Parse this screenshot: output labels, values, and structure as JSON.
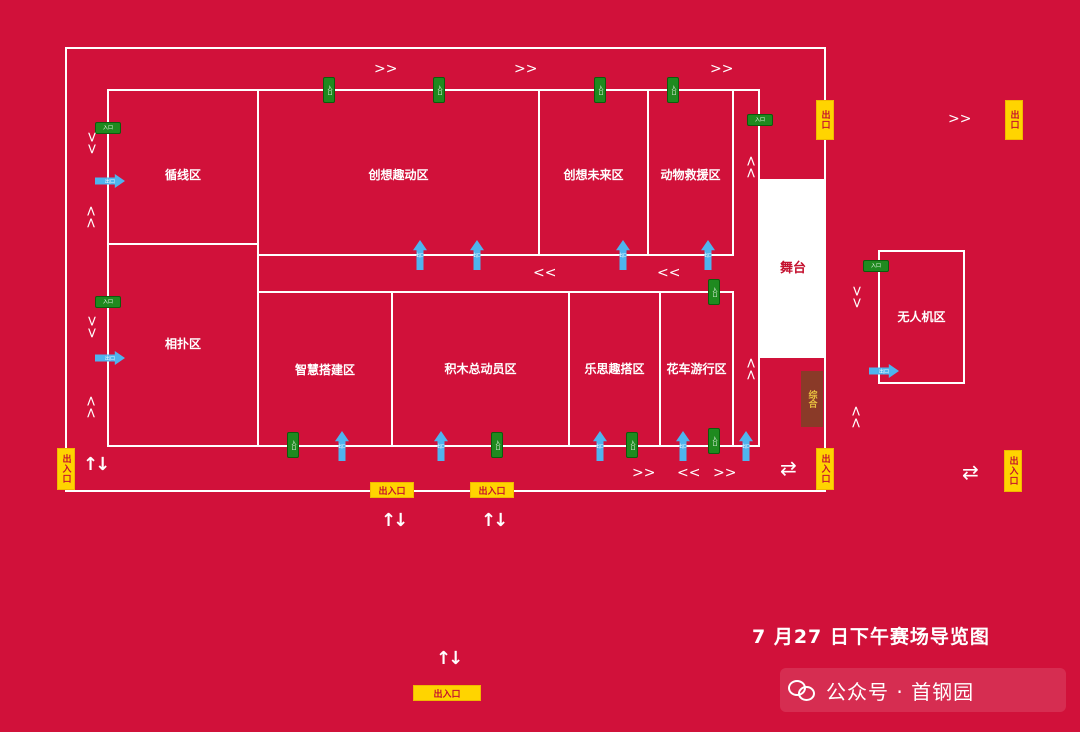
{
  "zones": {
    "xunxian": "循线区",
    "chuangxiang_qudong": "创想趣动区",
    "chuangxiang_weilai": "创想未来区",
    "dongwu_jiuyuan": "动物救援区",
    "xiangpu": "相扑区",
    "zhihui_dajian": "智慧搭建区",
    "jimu_zongdongyuan": "积木总动员区",
    "lesi_qudai": "乐思趣搭区",
    "huache_youxing": "花车游行区",
    "wurenji": "无人机区"
  },
  "stage_label": "舞台",
  "zonghe_label": "综合",
  "exit_label": "出口",
  "entrance_exit_label": "出入口",
  "tag_entrance_label": "入口",
  "tag_exit_label": "出口",
  "title": "7 月27 日下午赛场导览图",
  "watermark": {
    "text": "公众号 · 首钢园",
    "icon": "wechat-icon"
  },
  "colors": {
    "background": "#d1113a",
    "line": "#ffffff",
    "badge": "#ffd400",
    "entrance_tag": "#1f8a1f",
    "exit_arrow": "#4fb4ee",
    "zonghe": "#8a3a28"
  }
}
